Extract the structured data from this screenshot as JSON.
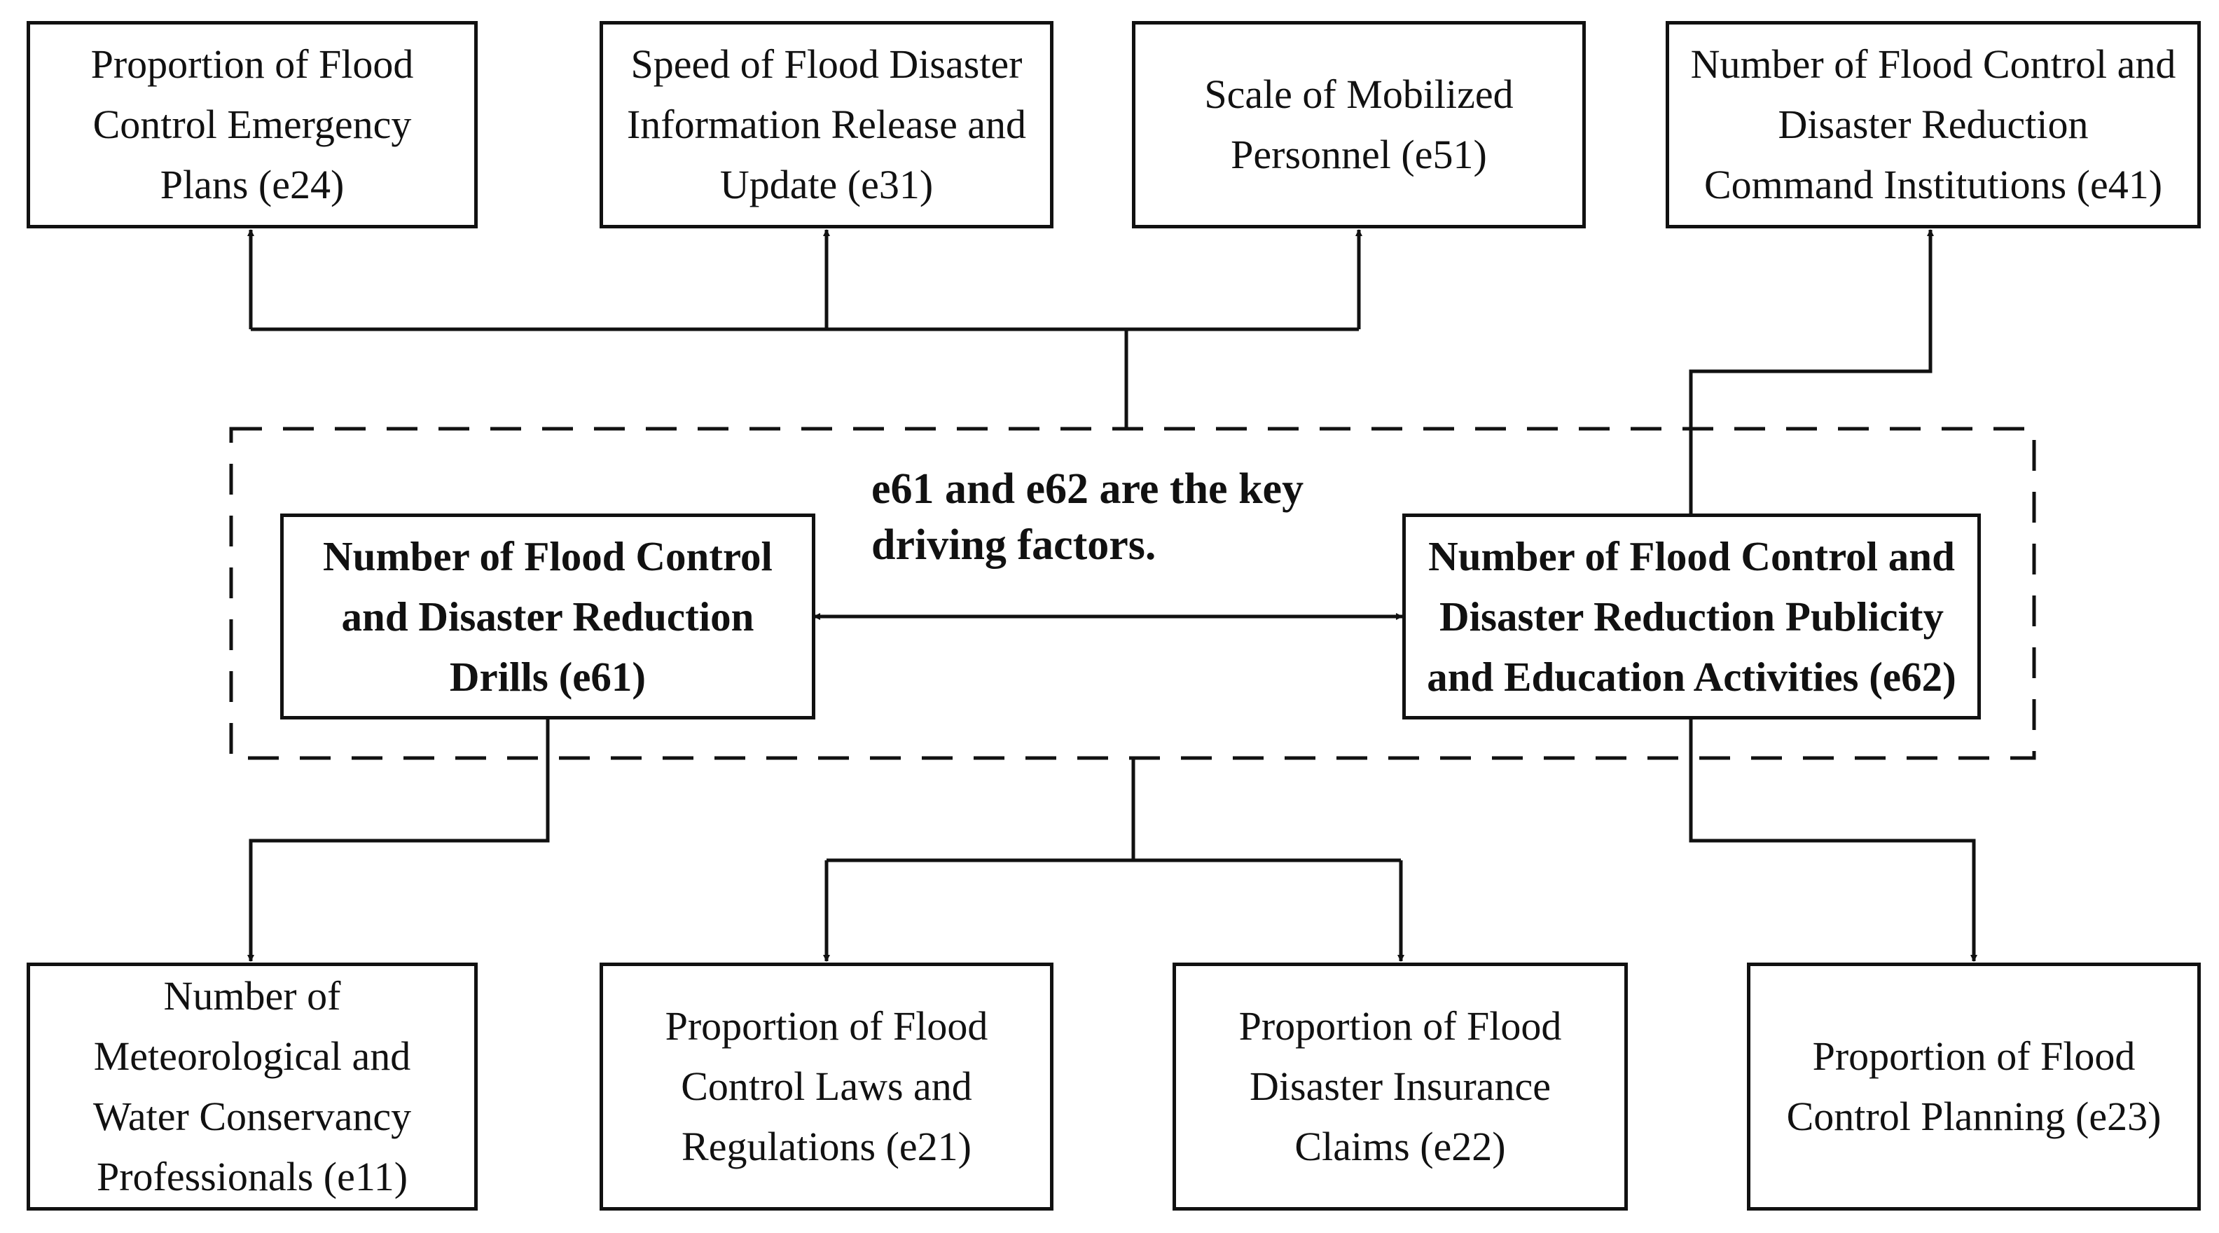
{
  "diagram": {
    "annotation": "e61 and e62 are the key\ndriving factors.",
    "key_factors": [
      {
        "id": "e61",
        "label": "Number of Flood Control\nand Disaster Reduction\nDrills (e61)"
      },
      {
        "id": "e62",
        "label": "Number of Flood Control and\nDisaster Reduction Publicity\nand Education Activities (e62)"
      }
    ],
    "top_nodes": [
      {
        "id": "e24",
        "label": "Proportion of Flood\nControl Emergency\nPlans (e24)"
      },
      {
        "id": "e31",
        "label": "Speed of Flood Disaster\nInformation Release and\nUpdate (e31)"
      },
      {
        "id": "e51",
        "label": "Scale of Mobilized\nPersonnel (e51)"
      },
      {
        "id": "e41",
        "label": "Number of Flood Control and\nDisaster Reduction\nCommand Institutions (e41)"
      }
    ],
    "bottom_nodes": [
      {
        "id": "e11",
        "label": "Number of\nMeteorological and\nWater Conservancy\nProfessionals (e11)"
      },
      {
        "id": "e21",
        "label": "Proportion of Flood\nControl Laws and\nRegulations (e21)"
      },
      {
        "id": "e22",
        "label": "Proportion of Flood\nDisaster Insurance\nClaims (e22)"
      },
      {
        "id": "e23",
        "label": "Proportion of Flood\nControl Planning (e23)"
      }
    ],
    "edges": [
      {
        "from": "key-group",
        "to": "e24"
      },
      {
        "from": "key-group",
        "to": "e31"
      },
      {
        "from": "key-group",
        "to": "e51"
      },
      {
        "from": "e62",
        "to": "e41"
      },
      {
        "from": "e61",
        "to": "e11"
      },
      {
        "from": "key-group",
        "to": "e21"
      },
      {
        "from": "key-group",
        "to": "e22"
      },
      {
        "from": "e62",
        "to": "e23"
      },
      {
        "from": "e61",
        "to": "e62",
        "bidirectional": true
      }
    ]
  }
}
